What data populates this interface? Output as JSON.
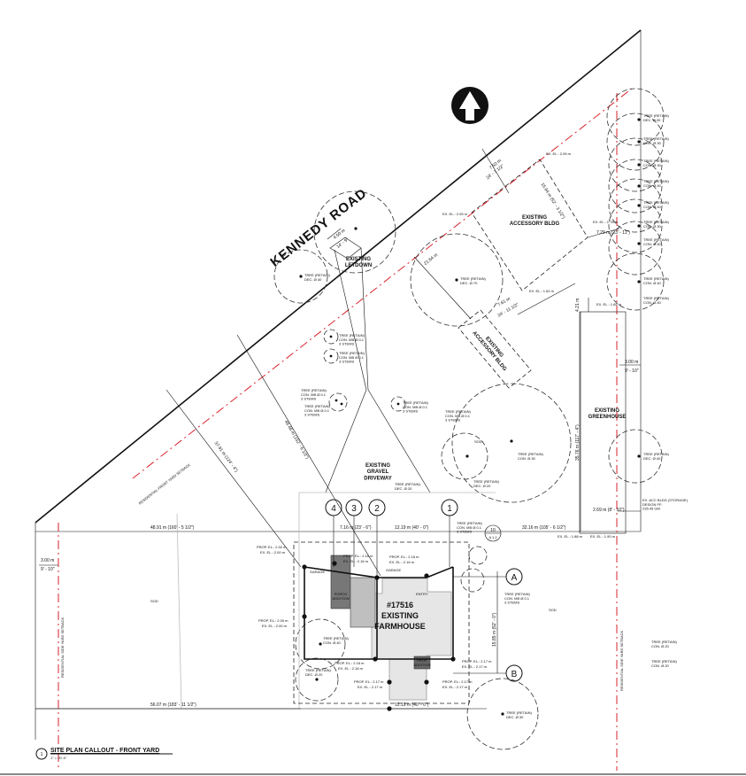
{
  "road": {
    "name": "KENNEDY ROAD"
  },
  "setbacks": {
    "front": "RESIDENTIAL FRONT YARD SETBACK",
    "side_left": "RESIDENTIAL SIDE YARD SETBACK",
    "side_right": "RESIDENTIAL SIDE YARD SETBACK"
  },
  "buildings": {
    "farmhouse_number": "#17516",
    "farmhouse_line1": "EXISTING",
    "farmhouse_line2": "FARMHOUSE",
    "accessory_1": "EXISTING\nACCESSORY BLDG",
    "accessory_2": "EXISTING\nACCESSORY BLDG",
    "greenhouse": "EXISTING\nGREENHOUSE",
    "driveway": "EXISTING\nGRAVEL\nDRIVEWAY",
    "letdown": "EXISTING\nLETDOWN",
    "garage_left": "GARAGE",
    "garage_right": "GARAGE",
    "entry": "ENTRY",
    "porch": "PORCH\nADDITION",
    "addition_right": "PROP.\nADDITION",
    "sod_left": "SOD",
    "sod_right": "SOD",
    "sod_mid": "SOD"
  },
  "trees": {
    "t1": "TREE (RETAIN)\nDEC. Ø.40",
    "t2": "TREE (RETAIN)\nDEC. Ø.70",
    "t3": "TREE (RETAIN)\nCON. Ø.30",
    "t4": "TREE (RETAIN)\nCON. Ø.40",
    "t5": "TREE (RETAIN)\nDEC. Ø.20",
    "t6": "TREE (RETAIN)\nDEC. Ø.40",
    "t7": "TREE (RETAIN)\nDEC. Ø.30",
    "multi": "TREE (RETAIN)\nCON. MB Ø.0.1\n3 STEMS",
    "decsmall": "TREE (RETAIN)\nDEC. Ø.20",
    "con20": "TREE (RETAIN)\nCON. Ø.20"
  },
  "dimensions": {
    "d_4_50": "4.50 m",
    "d_14": "14' - 9\"",
    "d_7_50": "7.50 m",
    "d_24_7": "24' - 7 1/2\"",
    "d_15_94": "15.94 m (52' - 3 1/2\")",
    "d_7_29": "7.29 m (23' - 11\")",
    "d_21_64": "21.64 m",
    "d_7_61": "7.61 m",
    "d_24_11": "24' - 11 1/2\"",
    "d_4_21": "4.21 m",
    "d_3_00_r": "3.00 m",
    "d_9_10_r": "9' - 10\"",
    "d_35_76": "35.76 m (117' - 4\")",
    "d_37_91": "37.91 m (124' - 4\")",
    "d_46_48": "46.48 m (152' - 6 1/2\")",
    "d_48_91": "48.91 m (160' - 5 1/2\")",
    "d_7_16": "7.16 m (23' - 6\")",
    "d_12_19_top": "12.19 m (40' - 0\")",
    "d_32_16": "32.16 m (105' - 6 1/2\")",
    "d_2_69": "2.69 m (8' - 10\")",
    "d_3_00_l": "3.00 m",
    "d_9_10_l": "9' - 10\"",
    "d_15_85": "15.85 m (52' - 0\")",
    "d_56_07": "56.07 m (183' - 11 1/2\")",
    "d_12_19_bot": "12.19 m (40' - 0\")"
  },
  "elevations": {
    "e1": "EX. EL.: 2.05 m",
    "e2": "EX. EL.: 1.78 m",
    "e3": "EX. EL.: 2.05 m",
    "e4": "EX. EL.: 1.62 m",
    "e5": "EX. EL.: 1.65 m",
    "e6": "EX. EL.: 1.88 m",
    "e7": "EX. EL.: 1.90 m",
    "p1": "PROP. EL.: 2.02 m",
    "p2": "EX. EL.: 2.00 m",
    "p3": "PROP. EL.: 2.16 m",
    "p4": "EX. EL.: 2.16 m",
    "p5": "PROP. EL.: 2.00 m",
    "p6": "EX. EL.: 2.00 m",
    "p7": "PROP. EL.: 2.16 m",
    "p8": "EX. EL.: 2.16 m",
    "p9": "PROP. EL.: 2.17 m",
    "p10": "EX. EL.: 2.17 m",
    "p11": "PROP. EL.: 2.17 m",
    "p12": "EX. EL.: 2.17 m",
    "acc_bldg": "EX. ACC BLDG (STORAGE)\nDESIGN FF:\n235.45 GM"
  },
  "grid": {
    "g1": "1",
    "g2": "2",
    "g3": "3",
    "g4": "4",
    "gA": "A",
    "gB": "B",
    "detail": "10",
    "detail_ref": "A 1.2"
  },
  "callout": {
    "number": "1",
    "title": "SITE PLAN CALLOUT - FRONT YARD",
    "scale": "1\" = 20'-0\""
  }
}
